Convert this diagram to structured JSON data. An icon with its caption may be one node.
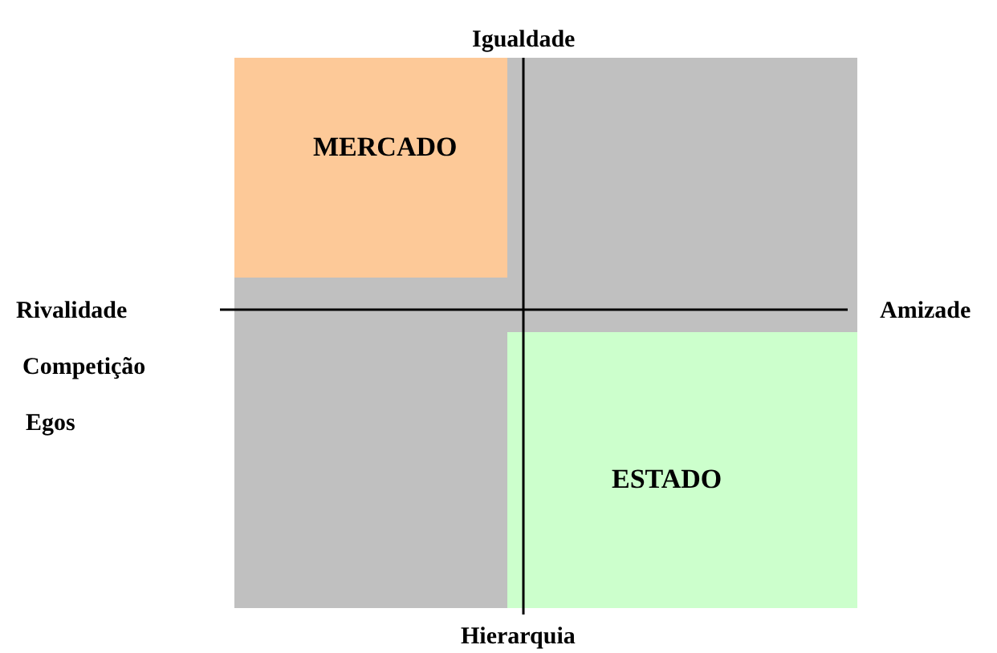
{
  "diagram": {
    "nodes": [
      {
        "text": [
          "MERCADO"
        ]
      },
      {
        "text": [
          "ESTADO"
        ]
      }
    ],
    "labels": [
      "Igualdade",
      "Rivalidade",
      "Amizade",
      "Competição",
      "Egos",
      "Hierarquia"
    ]
  }
}
